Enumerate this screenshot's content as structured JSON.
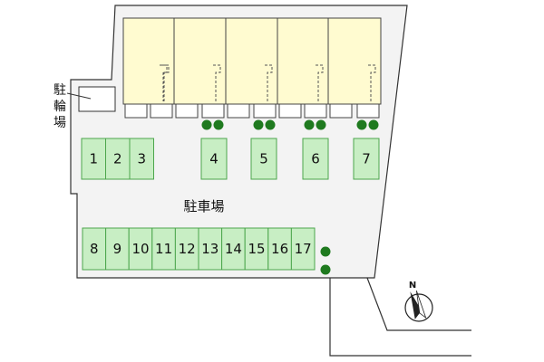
{
  "labels": {
    "parking_lot": "駐車場",
    "bicycle_parking": [
      "駐",
      "輪",
      "場"
    ],
    "north": "N"
  },
  "parking_spaces": {
    "top_left": [
      "1",
      "2",
      "3"
    ],
    "top_singles": [
      "4",
      "5",
      "6",
      "7"
    ],
    "bottom_row": [
      "8",
      "9",
      "10",
      "11",
      "12",
      "13",
      "14",
      "15",
      "16",
      "17"
    ]
  },
  "colors": {
    "site_fill": "#f3f3f3",
    "building_fill": "#fffbd0",
    "parking_fill": "#c8eec4",
    "parking_border": "#4ca64c",
    "tree": "#1f7a1f",
    "outline": "#333333"
  },
  "icons": {
    "compass": "north-compass-icon",
    "tree": "tree-icon"
  }
}
